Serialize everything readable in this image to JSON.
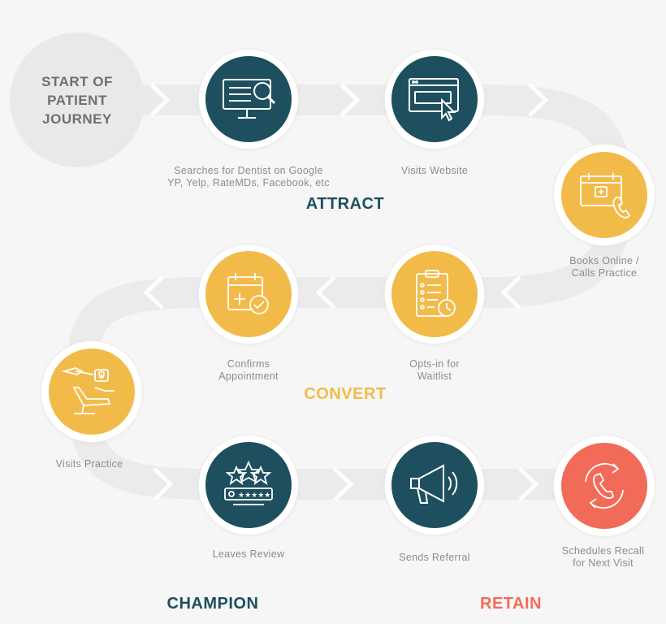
{
  "start": {
    "line1": "START OF",
    "line2": "PATIENT",
    "line3": "JOURNEY"
  },
  "colors": {
    "teal": "#1e4f5f",
    "yellow": "#f2bb49",
    "coral": "#f26b58",
    "path": "#ebebeb",
    "caption": "#8c8c8c",
    "start": "#6f6f6f"
  },
  "steps": [
    {
      "icon": "monitor-search-icon",
      "color": "teal",
      "caption": [
        "Searches for Dentist on Google",
        "YP, Yelp, RateMDs, Facebook, etc"
      ]
    },
    {
      "icon": "browser-click-icon",
      "color": "teal",
      "caption": [
        "Visits Website"
      ]
    },
    {
      "icon": "calendar-phone-icon",
      "color": "yellow",
      "caption": [
        "Books Online /",
        "Calls Practice"
      ]
    },
    {
      "icon": "clipboard-clock-icon",
      "color": "yellow",
      "caption": [
        "Opts-in for",
        "Waitlist"
      ]
    },
    {
      "icon": "calendar-check-icon",
      "color": "yellow",
      "caption": [
        "Confirms",
        "Appointment"
      ]
    },
    {
      "icon": "dental-chair-icon",
      "color": "yellow",
      "caption": [
        "Visits Practice"
      ]
    },
    {
      "icon": "stars-review-icon",
      "color": "teal",
      "caption": [
        "Leaves Review"
      ]
    },
    {
      "icon": "megaphone-icon",
      "color": "teal",
      "caption": [
        "Sends Referral"
      ]
    },
    {
      "icon": "phone-recall-icon",
      "color": "coral",
      "caption": [
        "Schedules Recall",
        "for Next Visit"
      ]
    }
  ],
  "stages": {
    "attract": {
      "label": "ATTRACT",
      "color": "#1e4f5f"
    },
    "convert": {
      "label": "CONVERT",
      "color": "#f2bb49"
    },
    "champion": {
      "label": "CHAMPION",
      "color": "#1e4f5f"
    },
    "retain": {
      "label": "RETAIN",
      "color": "#f26b58"
    }
  }
}
